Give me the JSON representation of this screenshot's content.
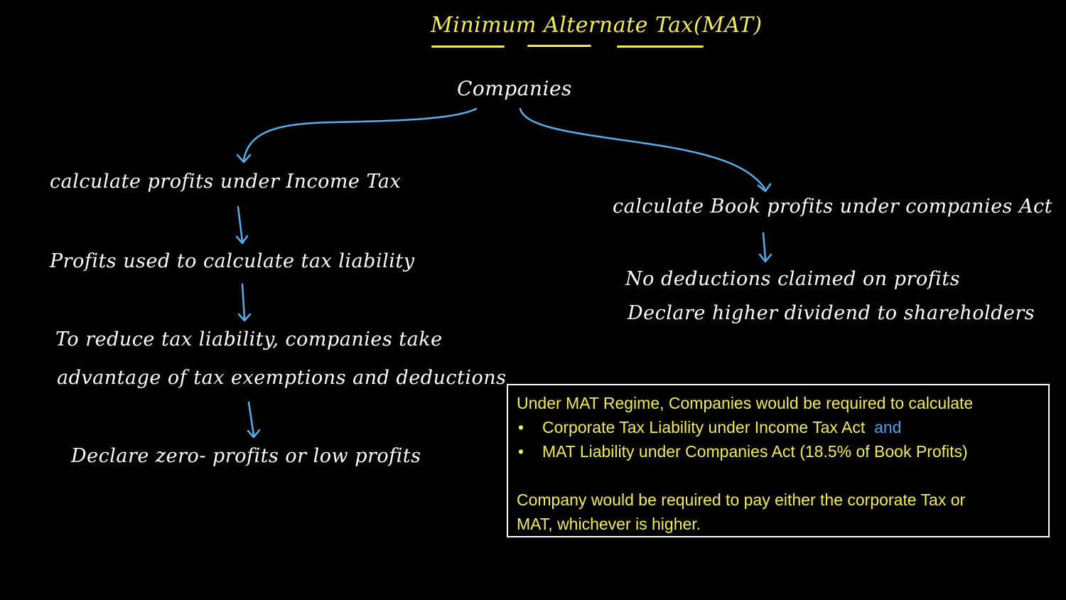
{
  "title": "Minimum Alternate Tax(MAT)",
  "root": "Companies",
  "left": {
    "step1": "calculate profits under Income Tax",
    "step2": "Profits used to calculate tax liability",
    "step3_line1": "To reduce tax liability, companies take",
    "step3_line2": "advantage of tax exemptions and deductions",
    "step4": "Declare zero- profits or low profits"
  },
  "right": {
    "step1": "calculate Book profits under companies Act",
    "step2_line1": "No deductions claimed on profits",
    "step2_line2": "Declare higher dividend to shareholders"
  },
  "box": {
    "intro": "Under MAT Regime, Companies would be required to calculate",
    "bullet1": "Corporate Tax Liability under Income Tax Act",
    "bullet1_connector": "and",
    "bullet2": "MAT Liability under Companies Act (18.5% of Book Profits)",
    "conclusion_line1": "Company would be required to pay either the corporate Tax or",
    "conclusion_line2": "MAT, whichever is higher.",
    "bullet_symbol": "•"
  },
  "colors": {
    "background": "#000000",
    "title": "#f3ec5a",
    "arrow": "#5aaee8",
    "box_text": "#f3ec5a",
    "connector": "#4ea1e8",
    "handwriting": "#ffffff"
  }
}
